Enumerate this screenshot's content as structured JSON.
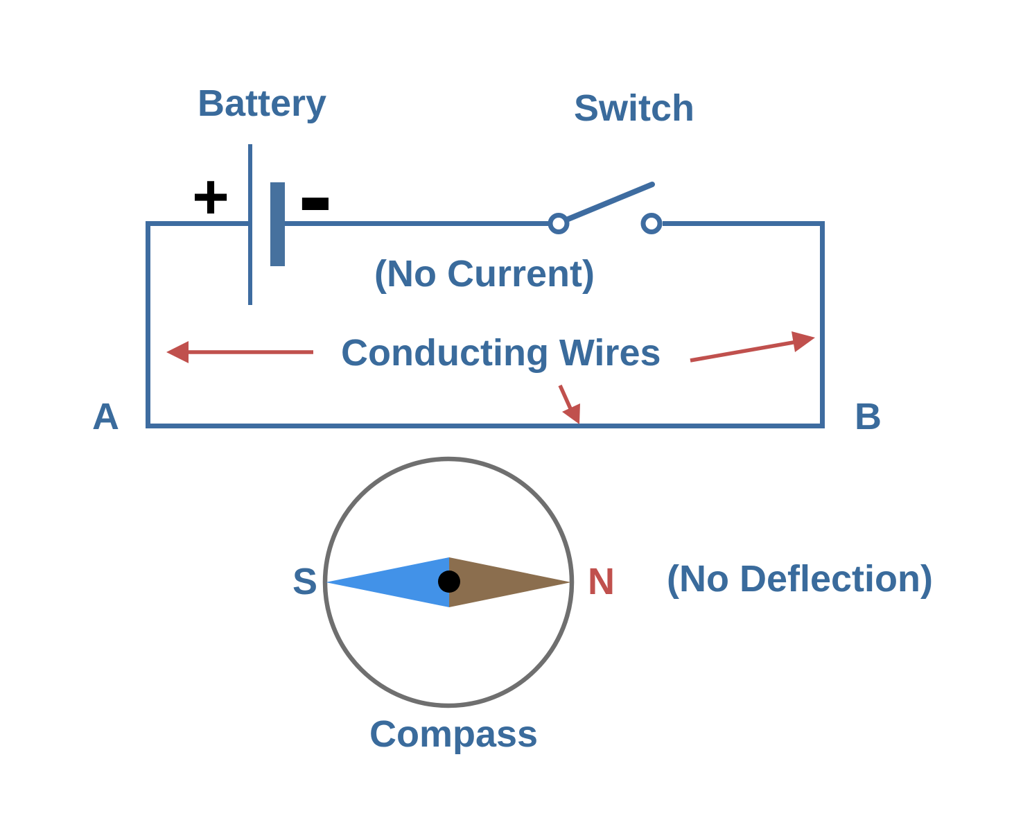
{
  "circuit": {
    "battery_label": "Battery",
    "battery_plus": "+",
    "battery_minus": "-",
    "switch_label": "Switch",
    "current_note": "(No Current)",
    "wires_label": "Conducting Wires",
    "terminal_left": "A",
    "terminal_right": "B"
  },
  "compass": {
    "south": "S",
    "north": "N",
    "deflection_note": "(No Deflection)",
    "caption": "Compass"
  },
  "colors": {
    "wire": "#3E6CA0",
    "battery-bar": "#46719E",
    "label": "#3A6B9C",
    "arrow": "#C0504D",
    "ring": "#6F6F6F",
    "needle-blue": "#4292E8",
    "needle-brown": "#8B6E4E",
    "pivot": "#000000",
    "north-red": "#C0504D",
    "symbol-black": "#000000"
  }
}
